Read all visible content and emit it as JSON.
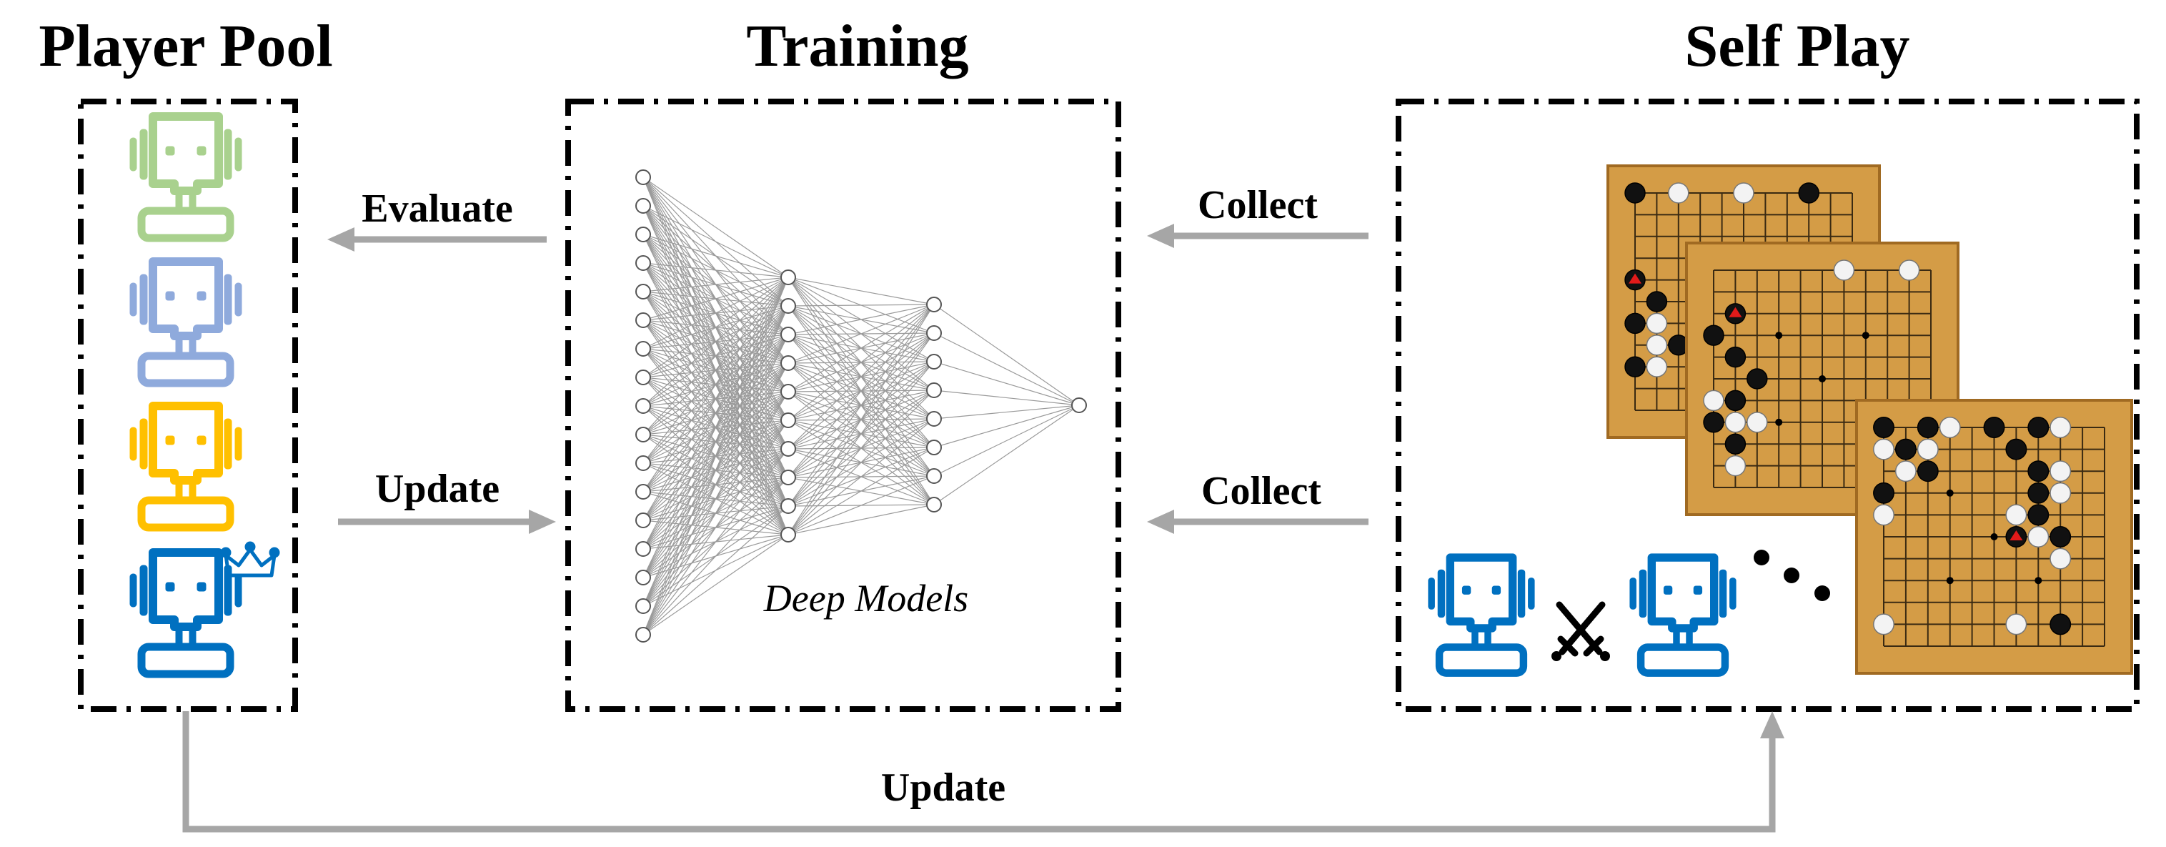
{
  "titles": {
    "player_pool": "Player Pool",
    "training": "Training",
    "self_play": "Self Play"
  },
  "arrows": {
    "evaluate": "Evaluate",
    "update_to_training": "Update",
    "collect_top": "Collect",
    "collect_bottom": "Collect",
    "update_bottom": "Update"
  },
  "training": {
    "caption": "Deep Models",
    "layers": [
      17,
      10,
      8,
      1
    ]
  },
  "player_pool": {
    "players": [
      {
        "icon": "robot-icon",
        "color": "#a9d18e",
        "crowned": false
      },
      {
        "icon": "robot-icon",
        "color": "#8faadc",
        "crowned": false
      },
      {
        "icon": "robot-icon",
        "color": "#ffc000",
        "crowned": false
      },
      {
        "icon": "robot-icon",
        "color": "#0070c0",
        "crowned": true
      }
    ],
    "crown_icon": "crown-icon"
  },
  "self_play": {
    "player_color": "#0070c0",
    "versus_icon": "crossed-swords-icon",
    "ellipsis_icon": "ellipsis-icon"
  },
  "colors": {
    "arrow": "#a6a6a6",
    "board": "#d49c46",
    "last_move_marker": "#e21a1a"
  }
}
